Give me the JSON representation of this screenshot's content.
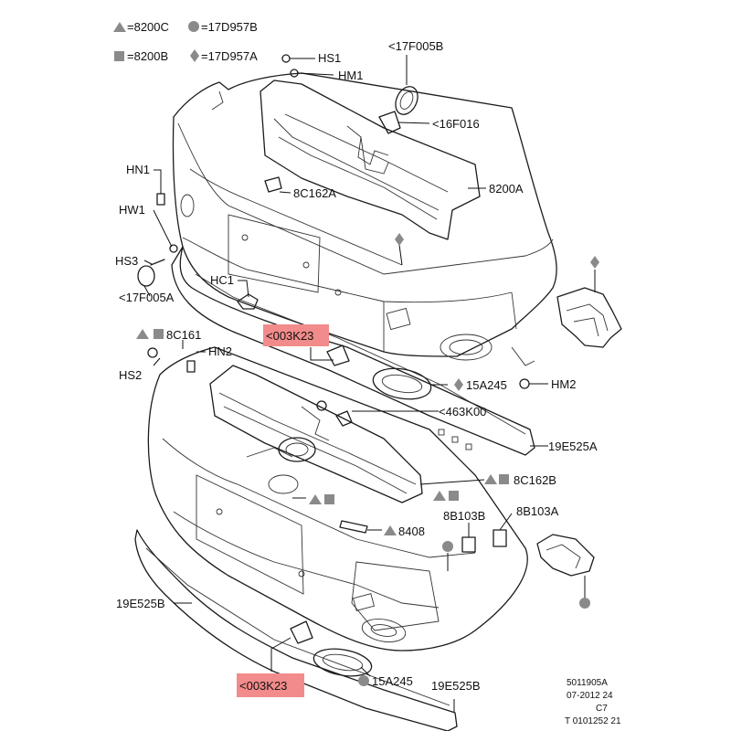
{
  "legend": [
    {
      "symbol": "triangle",
      "text": "=8200C"
    },
    {
      "symbol": "circle",
      "text": "=17D957B"
    },
    {
      "symbol": "square",
      "text": "=8200B"
    },
    {
      "symbol": "diamond",
      "text": "=17D957A"
    }
  ],
  "labels": {
    "hs1": "HS1",
    "hm1": "HM1",
    "f17f005b": "<17F005B",
    "f16f016": "<16F016",
    "hn1": "HN1",
    "c8c162a": "8C162A",
    "a8200a": "8200A",
    "hw1": "HW1",
    "hs3": "HS3",
    "f17f005a": "<17F005A",
    "hc1": "HC1",
    "k003k23_top": "<003K23",
    "c8c161": "8C161",
    "hn2": "HN2",
    "hs2": "HS2",
    "a15a245_top": "15A245",
    "hm2": "HM2",
    "k463k00": "<463K00",
    "e19e525a": "19E525A",
    "c8c162b": "8C162B",
    "b8b103b": "8B103B",
    "a8b103a": "8B103A",
    "n8408": "8408",
    "e19e525b_left": "19E525B",
    "k003k23_bottom": "<003K23",
    "a15a245_bottom": "15A245",
    "e19e525b_bottom": "19E525B"
  },
  "footer": {
    "line1": "5011905A",
    "line2": "07-2012 24",
    "line3": "C7",
    "line4": "T 0101252 21"
  },
  "colors": {
    "highlight": "#f28b8b",
    "symbol": "#8a8a8a",
    "line": "#1c1c1c"
  }
}
